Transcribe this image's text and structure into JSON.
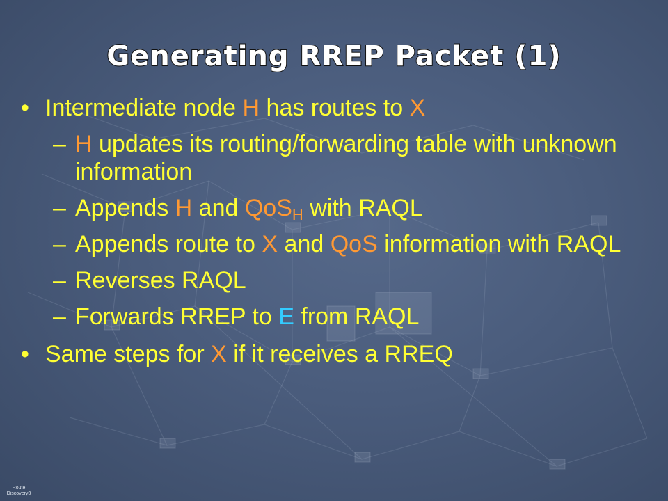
{
  "slide": {
    "title": "Generating RREP Packet (1)",
    "bullet1": {
      "pre": "Intermediate node ",
      "h": "H",
      "mid": " has routes to ",
      "x": "X"
    },
    "sub1": {
      "h": "H",
      "rest": " updates its routing/forwarding table with unknown information"
    },
    "sub2": {
      "pre": "Appends ",
      "h": "H",
      "mid": " and ",
      "qos": "QoS",
      "sub": "H",
      "post": " with RAQL"
    },
    "sub3": {
      "pre": "Appends route to ",
      "x": "X",
      "mid": " and ",
      "qos": "QoS",
      "post": " information with RAQL"
    },
    "sub4": {
      "text": "Reverses RAQL"
    },
    "sub5": {
      "pre": "Forwards RREP to ",
      "e": "E",
      "post": " from RAQL"
    },
    "bullet2": {
      "pre": "Same steps for ",
      "x": "X",
      "post": " if it receives a RREQ"
    },
    "bullet_symbol": "•",
    "dash_symbol": "–",
    "footer": {
      "line1": "Route",
      "line2": "Discovery3"
    }
  },
  "colors": {
    "text": "#ffff33",
    "highlight_orange": "#ff9933",
    "highlight_cyan": "#33ccff",
    "title": "#ffffff"
  }
}
